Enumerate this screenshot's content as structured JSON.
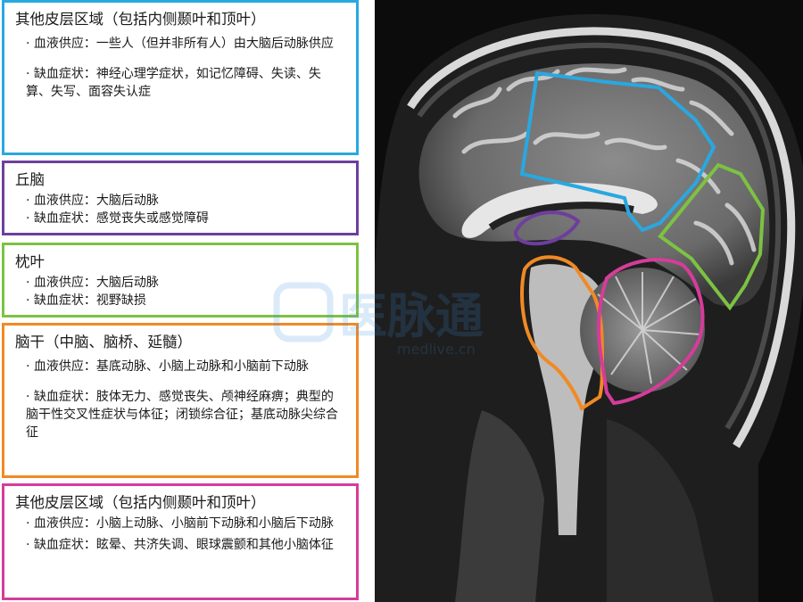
{
  "boxes": [
    {
      "color": "#29a8e0",
      "title": "其他皮层区域（包括内侧颞叶和顶叶）",
      "lines": [
        "· 血液供应：一些人（但并非所有人）由大脑后动脉供应",
        "· 缺血症状：神经心理学症状，如记忆障碍、失读、失算、失写、面容失认症"
      ]
    },
    {
      "color": "#6e3e9e",
      "title": "丘脑",
      "lines": [
        "· 血液供应：大脑后动脉",
        "· 缺血症状：感觉丧失或感觉障碍"
      ]
    },
    {
      "color": "#7dc243",
      "title": "枕叶",
      "lines": [
        "· 血液供应：大脑后动脉",
        "· 缺血症状：视野缺损"
      ]
    },
    {
      "color": "#f08a24",
      "title": "脑干（中脑、脑桥、延髓）",
      "lines": [
        "· 血液供应：基底动脉、小脑上动脉和小脑前下动脉",
        "· 缺血症状：肢体无力、感觉丧失、颅神经麻痹；典型的脑干性交叉性症状与体征；闭锁综合征；基底动脉尖综合征"
      ]
    },
    {
      "color": "#d63c9a",
      "title": "其他皮层区域（包括内侧颞叶和顶叶）",
      "lines": [
        "· 血液供应：小脑上动脉、小脑前下动脉和小脑后下动脉",
        "· 缺血症状：眩晕、共济失调、眼球震颤和其他小脑体征"
      ]
    }
  ],
  "watermark": {
    "text": "医脉通",
    "sub": "medlive.cn",
    "color": "#3d8fe0"
  }
}
